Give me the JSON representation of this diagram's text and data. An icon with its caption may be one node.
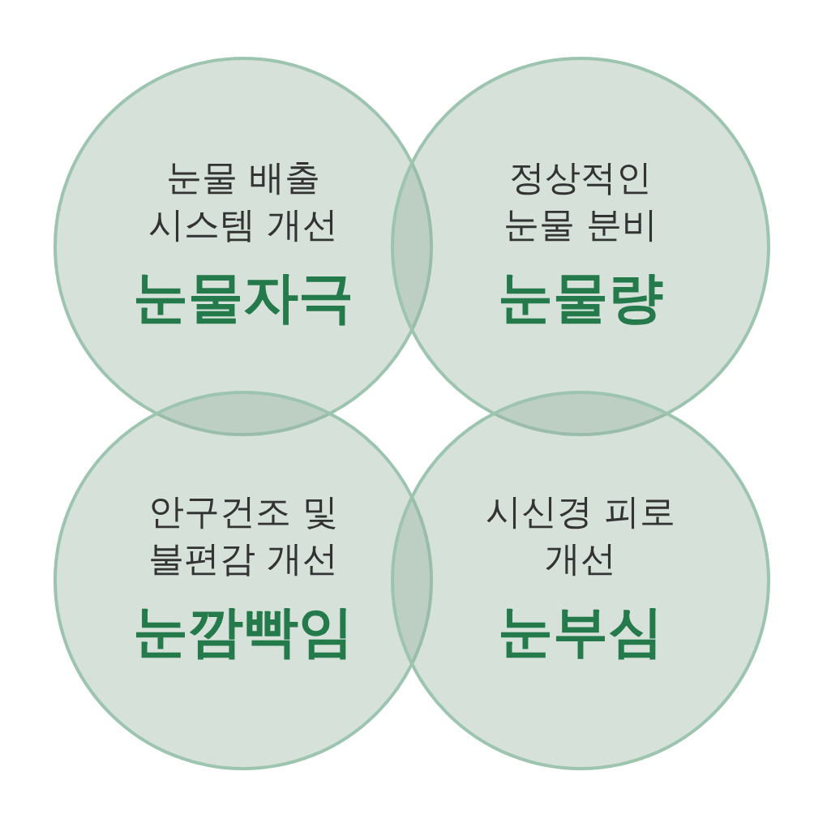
{
  "diagram": {
    "nodes": [
      {
        "text": [
          "눈물 배출 시스템 개선",
          "눈물자극"
        ]
      },
      {
        "text": [
          "정상적인 눈물 분비",
          "눈물량"
        ]
      },
      {
        "text": [
          "안구건조 및 불편감 개선",
          "눈깜빡임"
        ]
      },
      {
        "text": [
          "시신경 피로 개선",
          "눈부심"
        ]
      }
    ]
  }
}
